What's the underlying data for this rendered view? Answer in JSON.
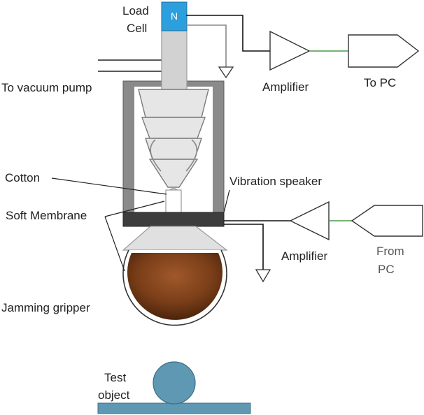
{
  "labels": {
    "load_cell": [
      "Load",
      "Cell"
    ],
    "magnet": "N",
    "vacuum": "To vacuum pump",
    "amplifier_top": "Amplifier",
    "to_pc": "To PC",
    "cotton": "Cotton",
    "vibration_speaker": "Vibration speaker",
    "soft_membrane": "Soft Membrane",
    "amplifier_bottom": "Amplifier",
    "from_pc": [
      "From",
      "PC"
    ],
    "jamming_gripper": "Jamming gripper",
    "test_object": [
      "Test",
      "object"
    ]
  },
  "colors": {
    "load_cell_blue": "#2c9fdc",
    "housing_gray": "#888888",
    "speaker_dark": "#3d3d3d",
    "gripper_brown": "#8b4a1f",
    "object_blue": "#5e98b3",
    "signal_green": "#4a9a4a"
  }
}
